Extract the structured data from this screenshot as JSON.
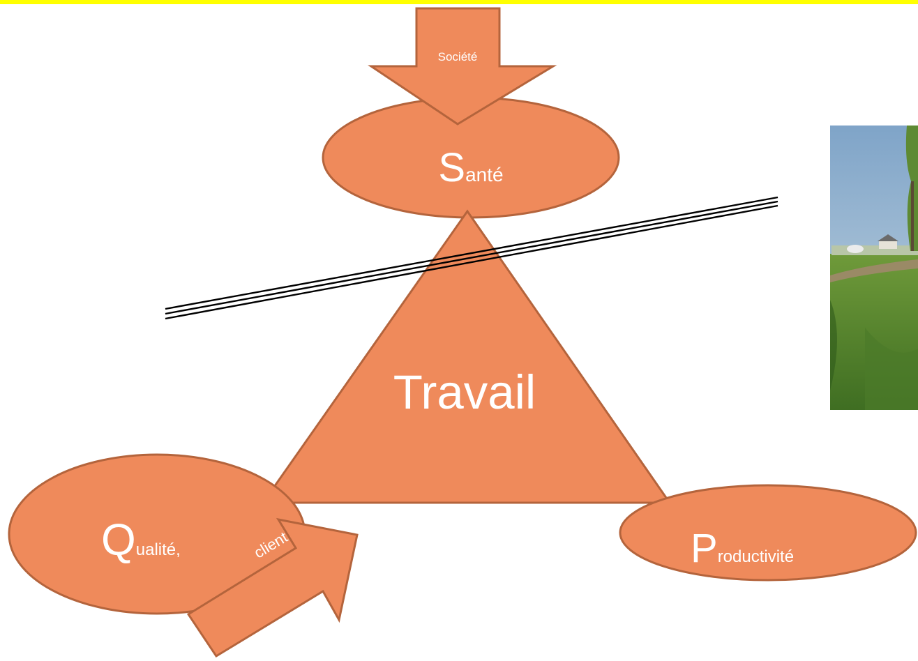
{
  "colors": {
    "top_band": "#FFFF00",
    "shape_fill": "#EF8A5B",
    "shape_stroke": "#B4643C",
    "text": "#FFFFFF",
    "slash_line": "#000000"
  },
  "arrows": {
    "societe": "Société",
    "client": "client"
  },
  "triangle": {
    "label": "Travail"
  },
  "sante": {
    "initial": "S",
    "rest": "anté"
  },
  "qualite": {
    "initial": "Q",
    "rest": "ualité,"
  },
  "productivite": {
    "initial": "P",
    "rest": "roductivité"
  },
  "photo": {
    "icon": "landscape-photo-icon"
  }
}
